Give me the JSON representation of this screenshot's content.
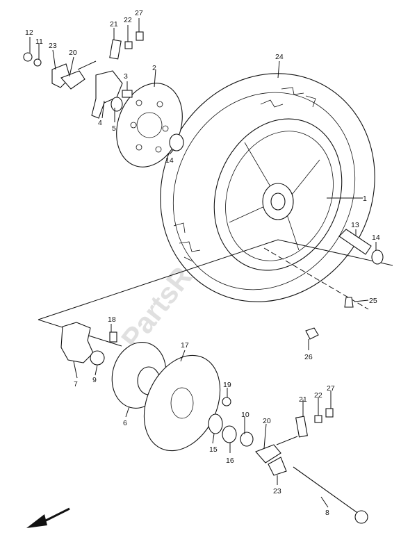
{
  "watermark": "PartsRepublik",
  "callouts": {
    "c1": "1",
    "c2": "2",
    "c3": "3",
    "c4": "4",
    "c5": "5",
    "c6": "6",
    "c7": "7",
    "c8": "8",
    "c9": "9",
    "c10": "10",
    "c11": "11",
    "c12": "12",
    "c13": "13",
    "c14a": "14",
    "c14b": "14",
    "c15": "15",
    "c16": "16",
    "c17": "17",
    "c18": "18",
    "c19": "19",
    "c20a": "20",
    "c20b": "20",
    "c21a": "21",
    "c21b": "21",
    "c22a": "22",
    "c22b": "22",
    "c23a": "23",
    "c23b": "23",
    "c24": "24",
    "c25": "25",
    "c26": "26",
    "c27a": "27",
    "c27b": "27"
  },
  "icons": {
    "direction": "front-arrow-icon"
  }
}
